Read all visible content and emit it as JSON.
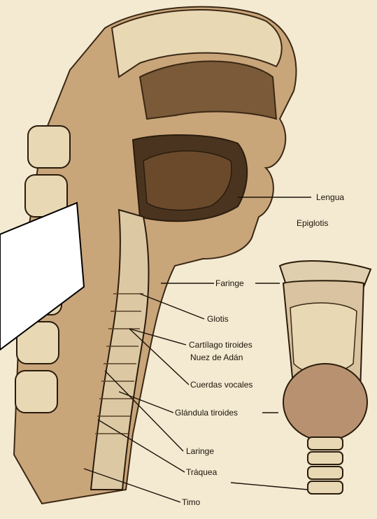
{
  "diagram": {
    "labels": {
      "lengua": "Lengua",
      "epiglotis": "Epiglotis",
      "faringe": "Faringe",
      "glotis": "Glotis",
      "cartilago_1": "Cartílago tiroides",
      "cartilago_2": "Nuez de Adán",
      "cuerdas": "Cuerdas vocales",
      "glandulas": "Glándula tiroides",
      "laringe": "Laringe",
      "traquea": "Tráquea",
      "timo": "Timo"
    },
    "colors": {
      "paper": "#f4ead2",
      "tissue": "#c9a57a",
      "dark_cavity": "#4a3420",
      "bone": "#e8d8b4",
      "ink": "#1a1208"
    }
  }
}
